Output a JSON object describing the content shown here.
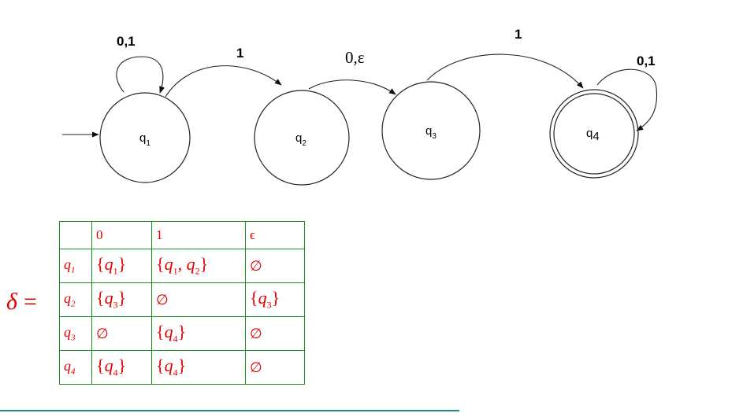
{
  "diagram": {
    "states": [
      {
        "id": "q1",
        "letter": "q",
        "sub": "1",
        "start": true,
        "accepting": false
      },
      {
        "id": "q2",
        "letter": "q",
        "sub": "2",
        "start": false,
        "accepting": false
      },
      {
        "id": "q3",
        "letter": "q",
        "sub": "3",
        "start": false,
        "accepting": false
      },
      {
        "id": "q4",
        "letter": "q",
        "sub": "4",
        "start": false,
        "accepting": true
      }
    ],
    "transitions": [
      {
        "from": "q1",
        "to": "q1",
        "label": "0,1"
      },
      {
        "from": "q1",
        "to": "q2",
        "label": "1"
      },
      {
        "from": "q2",
        "to": "q3",
        "label": "0,ε"
      },
      {
        "from": "q3",
        "to": "q4",
        "label": "1"
      },
      {
        "from": "q4",
        "to": "q4",
        "label": "0,1"
      }
    ]
  },
  "table": {
    "delta_symbol": "δ",
    "equals": "=",
    "header": [
      "",
      "0",
      "1",
      "ϵ"
    ],
    "rows": [
      {
        "state": "q",
        "sub": "1",
        "cells": [
          {
            "type": "set",
            "items": [
              {
                "q": "q",
                "sub": "1"
              }
            ]
          },
          {
            "type": "set",
            "items": [
              {
                "q": "q",
                "sub": "1"
              },
              {
                "q": "q",
                "sub": "2"
              }
            ]
          },
          {
            "type": "empty",
            "text": "∅"
          }
        ]
      },
      {
        "state": "q",
        "sub": "2",
        "cells": [
          {
            "type": "set",
            "items": [
              {
                "q": "q",
                "sub": "3"
              }
            ]
          },
          {
            "type": "empty",
            "text": "∅"
          },
          {
            "type": "set",
            "items": [
              {
                "q": "q",
                "sub": "3"
              }
            ]
          }
        ]
      },
      {
        "state": "q",
        "sub": "3",
        "cells": [
          {
            "type": "empty",
            "text": "∅"
          },
          {
            "type": "set",
            "items": [
              {
                "q": "q",
                "sub": "4"
              }
            ]
          },
          {
            "type": "empty",
            "text": "∅"
          }
        ]
      },
      {
        "state": "q",
        "sub": "4",
        "cells": [
          {
            "type": "set",
            "items": [
              {
                "q": "q",
                "sub": "4"
              }
            ]
          },
          {
            "type": "set",
            "items": [
              {
                "q": "q",
                "sub": "4"
              }
            ]
          },
          {
            "type": "empty",
            "text": "∅"
          }
        ]
      }
    ]
  },
  "colors": {
    "table_text": "#e00000",
    "table_border": "#1a8f1a",
    "bottom_rule": "#1a8a8a"
  }
}
